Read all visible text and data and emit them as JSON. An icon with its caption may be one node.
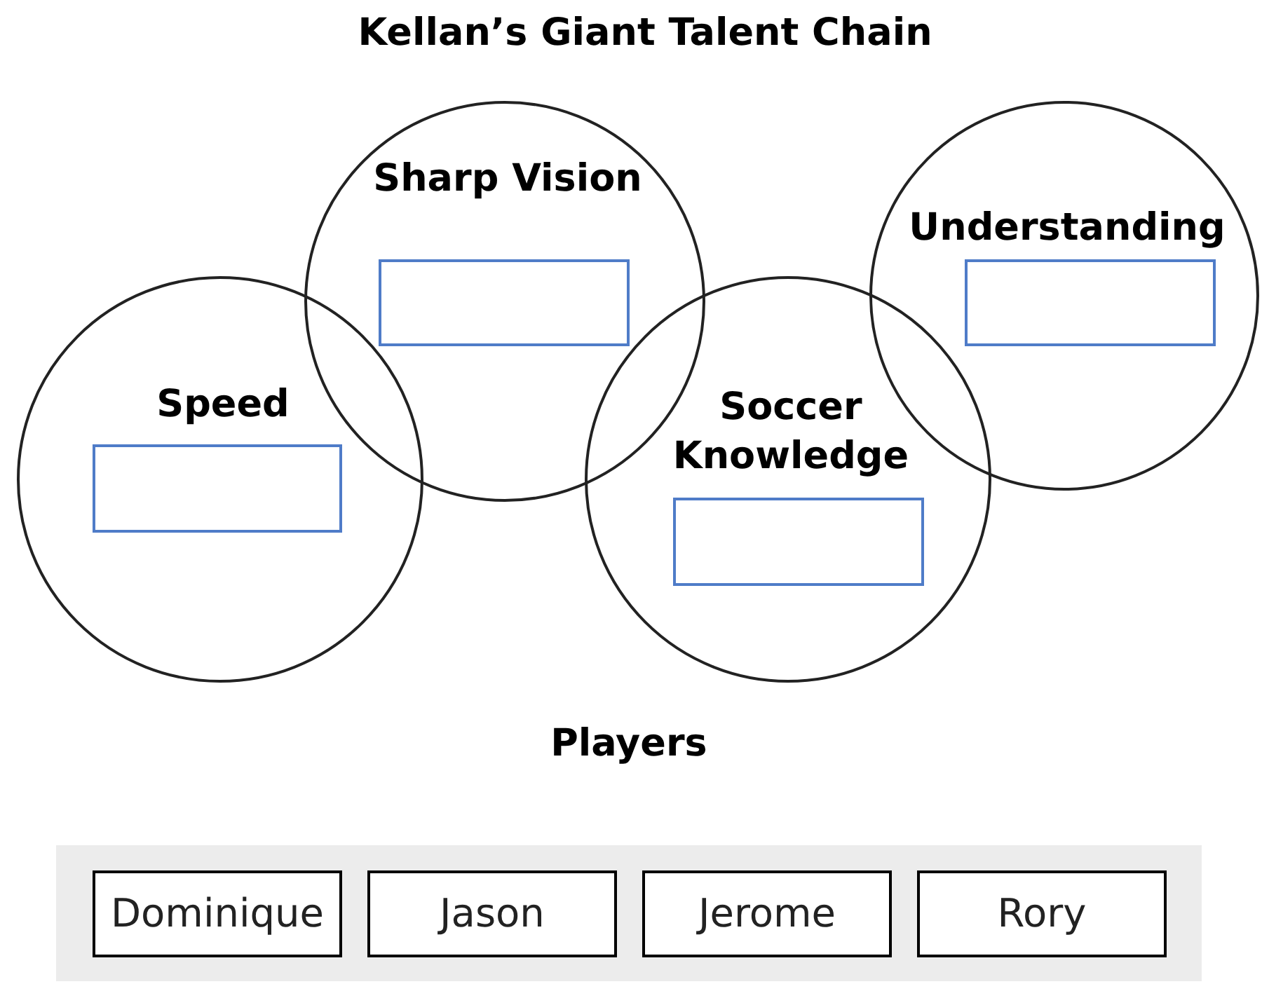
{
  "diagram": {
    "title": "Kellan’s Giant Talent Chain",
    "nodes": [
      {
        "text": [
          "Speed"
        ]
      },
      {
        "text": [],
        "shape": "box",
        "in": 0
      },
      {
        "text": [
          "Sharp Vision"
        ]
      },
      {
        "text": [],
        "shape": "box",
        "in": 2
      },
      {
        "text": [
          "Soccer Knowledge"
        ]
      },
      {
        "text": [],
        "shape": "box",
        "in": 4
      },
      {
        "text": [
          "Understanding"
        ]
      },
      {
        "text": [],
        "shape": "box",
        "in": 6
      },
      {
        "text": [
          "Players"
        ]
      },
      {
        "text": [
          "Dominique"
        ],
        "in": 8
      },
      {
        "text": [
          "Jason"
        ],
        "in": 8
      },
      {
        "text": [
          "Jerome"
        ],
        "in": 8
      },
      {
        "text": [
          "Rory"
        ],
        "in": 8
      }
    ]
  }
}
